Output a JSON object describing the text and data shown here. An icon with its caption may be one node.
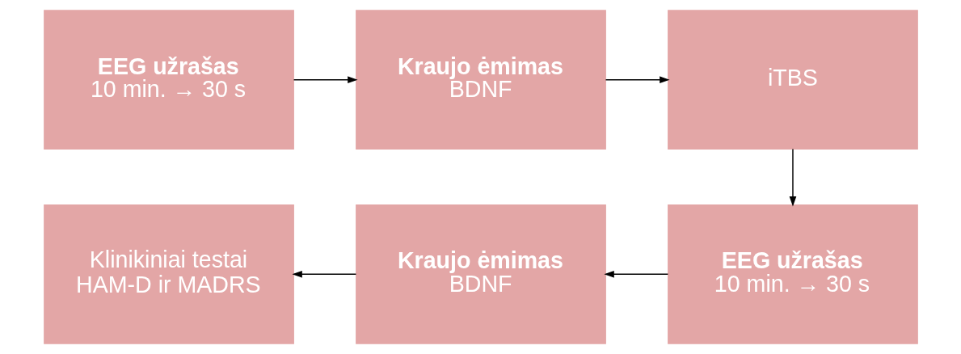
{
  "diagram": {
    "nodes": [
      {
        "text": [
          "EEG užrašas",
          "10 min. → 30 s"
        ]
      },
      {
        "text": [
          "Kraujo ėmimas",
          "BDNF"
        ]
      },
      {
        "text": [
          "iTBS"
        ]
      },
      {
        "text": [
          "Klinikiniai testai",
          "HAM-D ir MADRS"
        ]
      },
      {
        "text": [
          "Kraujo ėmimas",
          "BDNF"
        ]
      },
      {
        "text": [
          "EEG užrašas",
          "10 min. → 30 s"
        ]
      }
    ],
    "edges": [
      {
        "from": 0,
        "to": 1,
        "arrow": "to"
      },
      {
        "from": 1,
        "to": 2,
        "arrow": "to"
      },
      {
        "from": 2,
        "to": 5,
        "arrow": "to"
      },
      {
        "from": 5,
        "to": 4,
        "arrow": "to"
      },
      {
        "from": 4,
        "to": 3,
        "arrow": "to"
      }
    ]
  }
}
